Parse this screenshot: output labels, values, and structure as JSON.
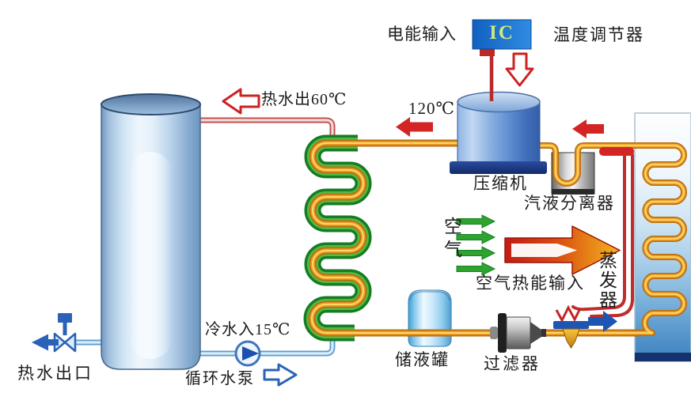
{
  "labels": {
    "electric_input": "电能输入",
    "ic": "IC",
    "temp_controller": "温度调节器",
    "temp_120": "120℃",
    "hot_water_out_60": "热水出60℃",
    "compressor": "压缩机",
    "gas_liquid_separator": "汽液分离器",
    "air": "空气",
    "air_heat_input": "空气热能输入",
    "evaporator": "蒸发器",
    "liquid_receiver": "储液罐",
    "filter": "过滤器",
    "cold_water_in_15": "冷水入15℃",
    "circulation_pump": "循环水泵",
    "hot_water_outlet": "热水出口"
  },
  "arrows": {
    "hot_water_out": "hollow red arrow pointing left",
    "controller_output": "hollow red arrow pointing down",
    "discharge_120c": "solid red arrow pointing left",
    "suction_to_compressor": "solid red arrow pointing left",
    "air_flow": "four solid green arrows pointing right",
    "air_heat_input": "large red-to-orange gradient arrow pointing right",
    "refrigerant_to_evaporator": "solid blue arrow pointing right",
    "pump_flow": "hollow blue arrow pointing right",
    "hot_water_outlet_flow": "solid blue arrow pointing left"
  },
  "colors": {
    "pipe_orange": "#f0a42c",
    "coil_green": "#2e9a2e",
    "refrigerant_red": "#d42525",
    "hot_water_pipe": "#c04848",
    "cold_water_pipe": "#7ab4dc",
    "arrow_blue": "#1d55b2",
    "air_arrow_green": "#2fa32f",
    "ic_box_blue": "#1a74d0",
    "tank_blue": "#9dc0de",
    "evaporator_panel_blue": "#4186c2"
  }
}
